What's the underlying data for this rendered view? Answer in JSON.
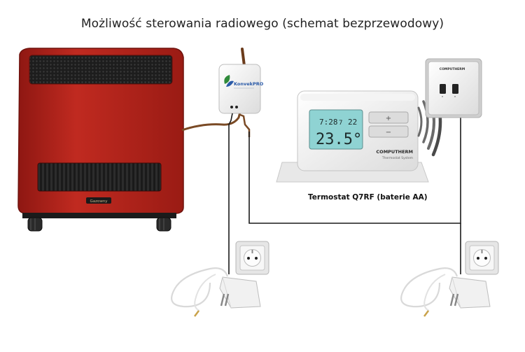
{
  "title": "Możliwość sterowania radiowego (schemat bezprzewodowy)",
  "receiver": {
    "brand": "KonvekPRO"
  },
  "heater": {
    "badge": "Gazowny"
  },
  "thermostat": {
    "caption": "Termostat Q7RF (baterie AA)",
    "brand": "COMPUTHERM",
    "subtitle": "Thermostat System",
    "lcd_time": "7:28",
    "lcd_day": "7",
    "lcd_temp_small": "22",
    "lcd_temp": "23.5°",
    "plus_label": "+",
    "minus_label": "−"
  },
  "wall_unit": {
    "brand": "COMPUTHERM"
  },
  "colors": {
    "heater_red": "#b3231c",
    "wire_brown": "#7a4a25",
    "wire_black": "#1a1a1a",
    "lcd": "#8fd3d3",
    "konvek_green": "#2f8a3a",
    "konvek_blue": "#2a5aa8"
  }
}
